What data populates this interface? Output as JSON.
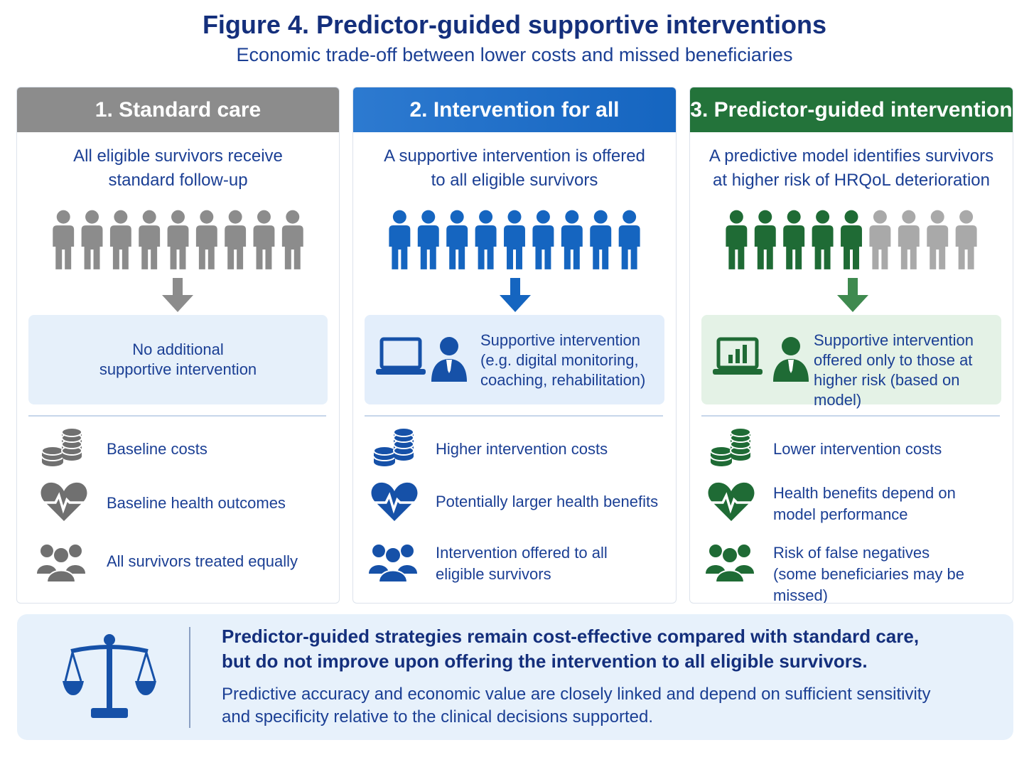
{
  "title": "Figure 4. Predictor-guided supportive interventions",
  "subtitle": "Economic trade-off between lower costs and missed beneficiaries",
  "colors": {
    "gray": "#8c8c8c",
    "blue": "#1565c0",
    "green": "#1f6b35",
    "light_gray_person": "#a9a9a9",
    "navy_text": "#142f7c"
  },
  "panels": [
    {
      "header": "1. Standard care",
      "desc_lines": [
        "All eligible survivors receive",
        "standard follow-up"
      ],
      "people_highlighted": 0,
      "people_total": 9,
      "box_lines": [
        "No additional",
        "supportive intervention"
      ],
      "rows": [
        {
          "icon": "coins-icon",
          "lines": [
            "Baseline costs"
          ]
        },
        {
          "icon": "heartbeat-icon",
          "lines": [
            "Baseline health outcomes"
          ]
        },
        {
          "icon": "group-icon",
          "lines": [
            "All survivors treated equally"
          ]
        }
      ]
    },
    {
      "header": "2. Intervention for all",
      "desc_lines": [
        "A supportive intervention is offered",
        "to all eligible survivors"
      ],
      "people_highlighted": 9,
      "people_total": 9,
      "box_lines": [
        "Supportive intervention",
        "(e.g. digital monitoring,",
        "coaching, rehabilitation)"
      ],
      "rows": [
        {
          "icon": "coins-icon",
          "lines": [
            "Higher intervention costs"
          ]
        },
        {
          "icon": "heartbeat-icon",
          "lines": [
            "Potentially larger health benefits"
          ]
        },
        {
          "icon": "group-icon",
          "lines": [
            "Intervention offered to all",
            "eligible survivors"
          ]
        }
      ]
    },
    {
      "header": "3. Predictor-guided intervention",
      "desc_lines": [
        "A predictive model identifies survivors",
        "at higher risk of HRQoL deterioration"
      ],
      "people_highlighted": 5,
      "people_total": 9,
      "box_lines": [
        "Supportive intervention",
        "offered only to those at",
        "higher risk (based on model)"
      ],
      "rows": [
        {
          "icon": "coins-icon",
          "lines": [
            "Lower intervention costs"
          ]
        },
        {
          "icon": "heartbeat-icon",
          "lines": [
            "Health benefits depend on",
            "model performance"
          ]
        },
        {
          "icon": "group-icon",
          "lines": [
            "Risk of false negatives",
            "(some beneficiaries may be missed)"
          ]
        }
      ]
    }
  ],
  "conclusion": {
    "bold_lines": [
      "Predictor-guided strategies remain cost-effective compared with standard care,",
      "but do not improve upon offering the intervention to all eligible survivors."
    ],
    "normal_lines": [
      "Predictive accuracy and economic value are closely linked and depend on sufficient sensitivity",
      "and specificity relative to the clinical decisions supported."
    ],
    "icon": "scales-icon"
  }
}
